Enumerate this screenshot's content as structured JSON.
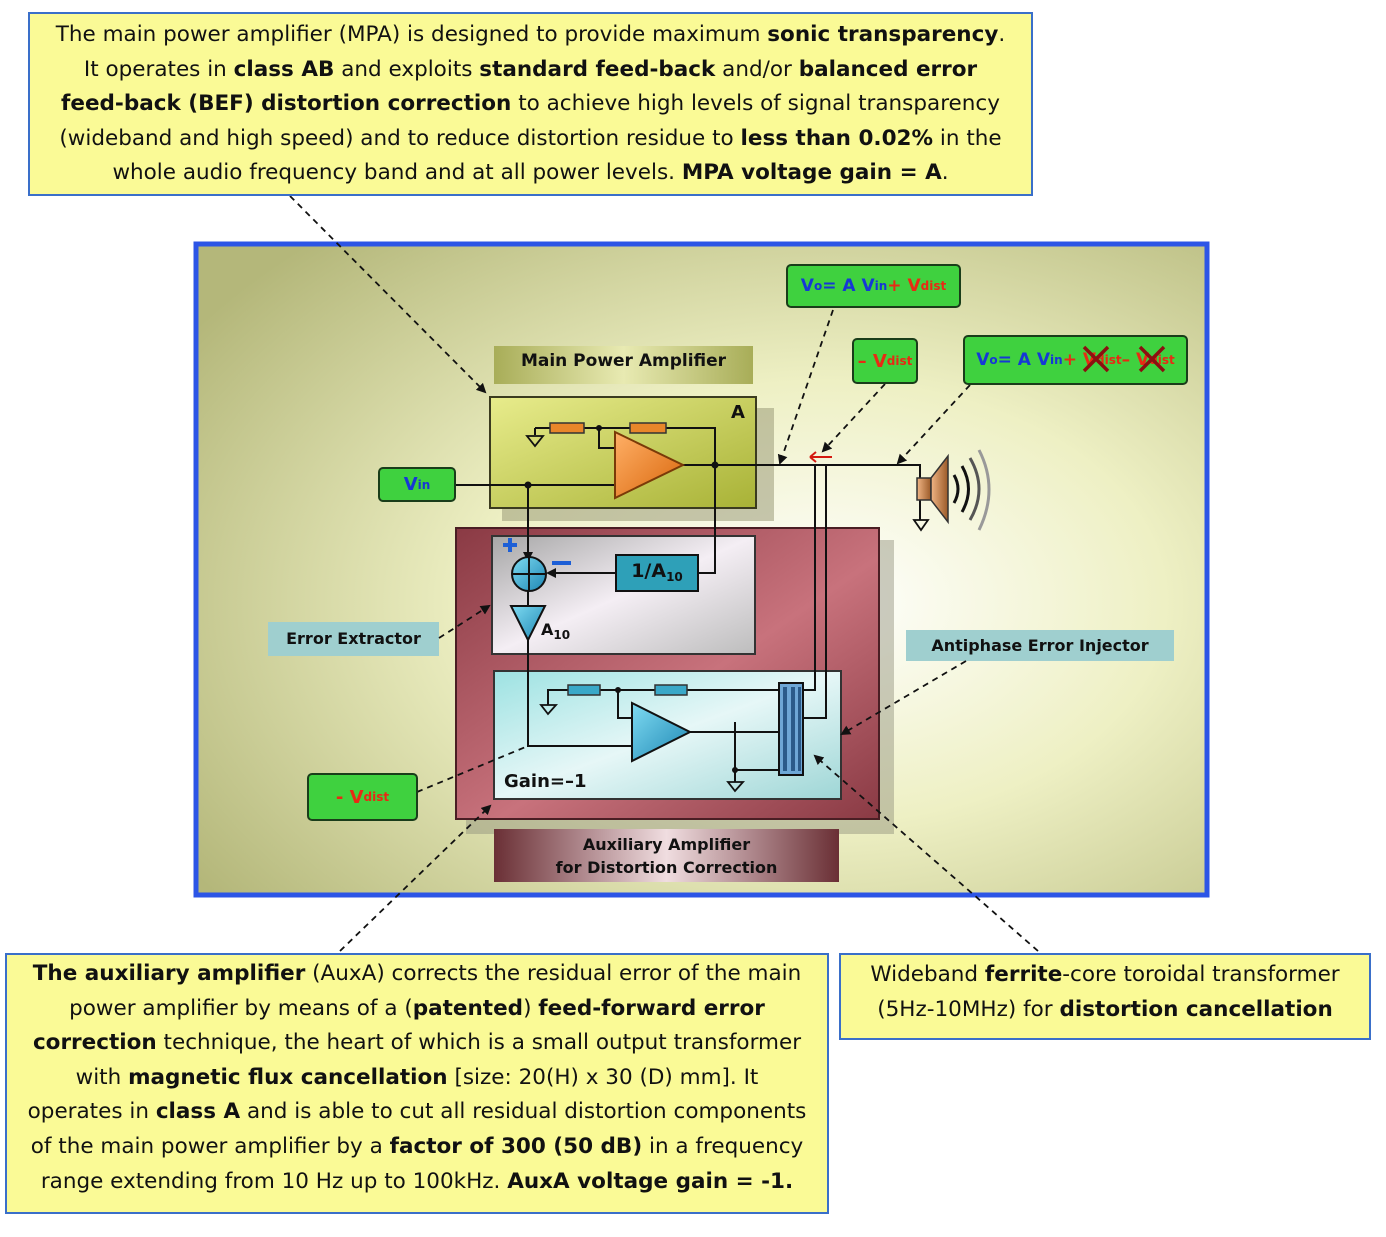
{
  "notes": {
    "top": {
      "l1a": "The main power amplifier (MPA) is designed to provide maximum ",
      "l1b": "sonic transparency",
      "l1c": ".",
      "l2a": "It operates in ",
      "l2b": "class AB",
      "l2c": " and exploits ",
      "l2d": "standard feed-back",
      "l2e": " and/or ",
      "l2f": "balanced error",
      "l3a": "feed-back (BEF) distortion correction",
      "l3b": " to achieve high levels of signal transparency",
      "l4a": "(wideband and high speed) and to reduce distortion residue to ",
      "l4b": "less than 0.02%",
      "l4c": " in the",
      "l5a": "whole audio frequency band and at all power levels. ",
      "l5b": "MPA voltage gain = A",
      "l5c": "."
    },
    "aux": {
      "l1a": "The auxiliary amplifier",
      "l1b": " (AuxA) corrects the residual error of the main",
      "l2a": "power amplifier by means of a (",
      "l2b": "patented",
      "l2c": ") ",
      "l2d": "feed-forward error",
      "l3a": "correction",
      "l3b": " technique, the heart of which is a small output transformer",
      "l4a": "with ",
      "l4b": "magnetic flux cancellation",
      "l4c": " [size: 20(H) x 30 (D) mm]. It",
      "l5a": "operates in ",
      "l5b": "class A",
      "l5c": " and is able to cut all residual distortion components",
      "l6a": "of the main power amplifier by a ",
      "l6b": "factor of 300 (50 dB)",
      "l6c": " in a frequency",
      "l7a": "range extending from 10 Hz up to 100kHz.  ",
      "l7b": "AuxA voltage gain = -1."
    },
    "ferrite": {
      "l1a": "Wideband ",
      "l1b": "ferrite",
      "l1c": "-core toroidal transformer",
      "l2a": "(5Hz-10MHz) for ",
      "l2b": "distortion cancellation"
    }
  },
  "labels": {
    "main_power_amplifier": "Main Power Amplifier",
    "gain_a": "A",
    "error_extractor": "Error Extractor",
    "antiphase_error_injector": "Antiphase Error Injector",
    "aux_title_l1": "Auxiliary Amplifier",
    "aux_title_l2": "for Distortion Correction",
    "gain_minus1": "Gain=–1",
    "inv_gain": "1/A",
    "inv_gain_sub": "10",
    "a10": "A",
    "a10_sub": "10",
    "plus": "+",
    "minus": "–"
  },
  "tags": {
    "vin": {
      "v": "V",
      "sub": "in"
    },
    "vo_top": {
      "vo": "V",
      "o": "o",
      "eq": "= A V",
      "in": "in",
      "plus": " + V",
      "dist": "dist"
    },
    "minus_vdist_top": {
      "m": "– V",
      "dist": "dist"
    },
    "vo_cancel": {
      "vo": "V",
      "o": "o",
      "eq": "= A V",
      "in": "in",
      "plus": "+ V",
      "dist1": "dist",
      "minus": " – V",
      "dist2": "dist"
    },
    "minus_vdist_bottom": {
      "m": "- V",
      "dist": "dist"
    }
  },
  "colors": {
    "frame": "#2c55e6",
    "note_bg": "#fafa96",
    "green_tag": "#3fd13f",
    "mpa_box": "#c6cf55",
    "aux_box": "#b25a63",
    "teal_label": "#9fcfcf",
    "olive_label": "#c5c879"
  }
}
